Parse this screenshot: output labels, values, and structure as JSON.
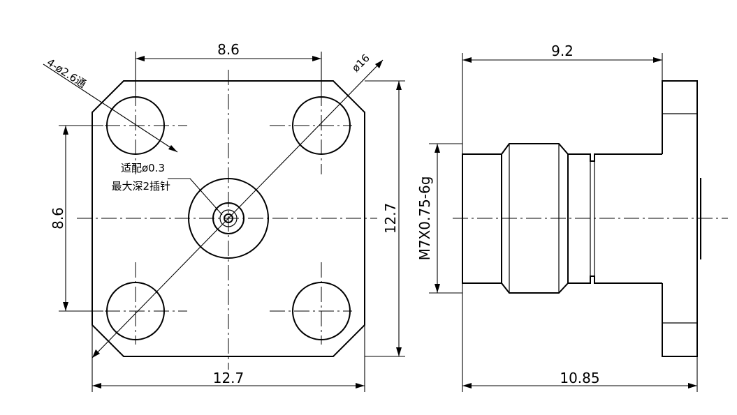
{
  "front_view": {
    "width_top": "8.6",
    "diameter": "ø16",
    "holes": "4-ø2.6通",
    "height_right": "12.7",
    "spacing_left": "8.6",
    "width_bottom": "12.7",
    "note_line1": "适配ø0.3",
    "note_line2": "最大深2插针"
  },
  "side_view": {
    "length_top": "9.2",
    "thread": "M7X0.75-6g",
    "length_bottom": "10.85"
  }
}
